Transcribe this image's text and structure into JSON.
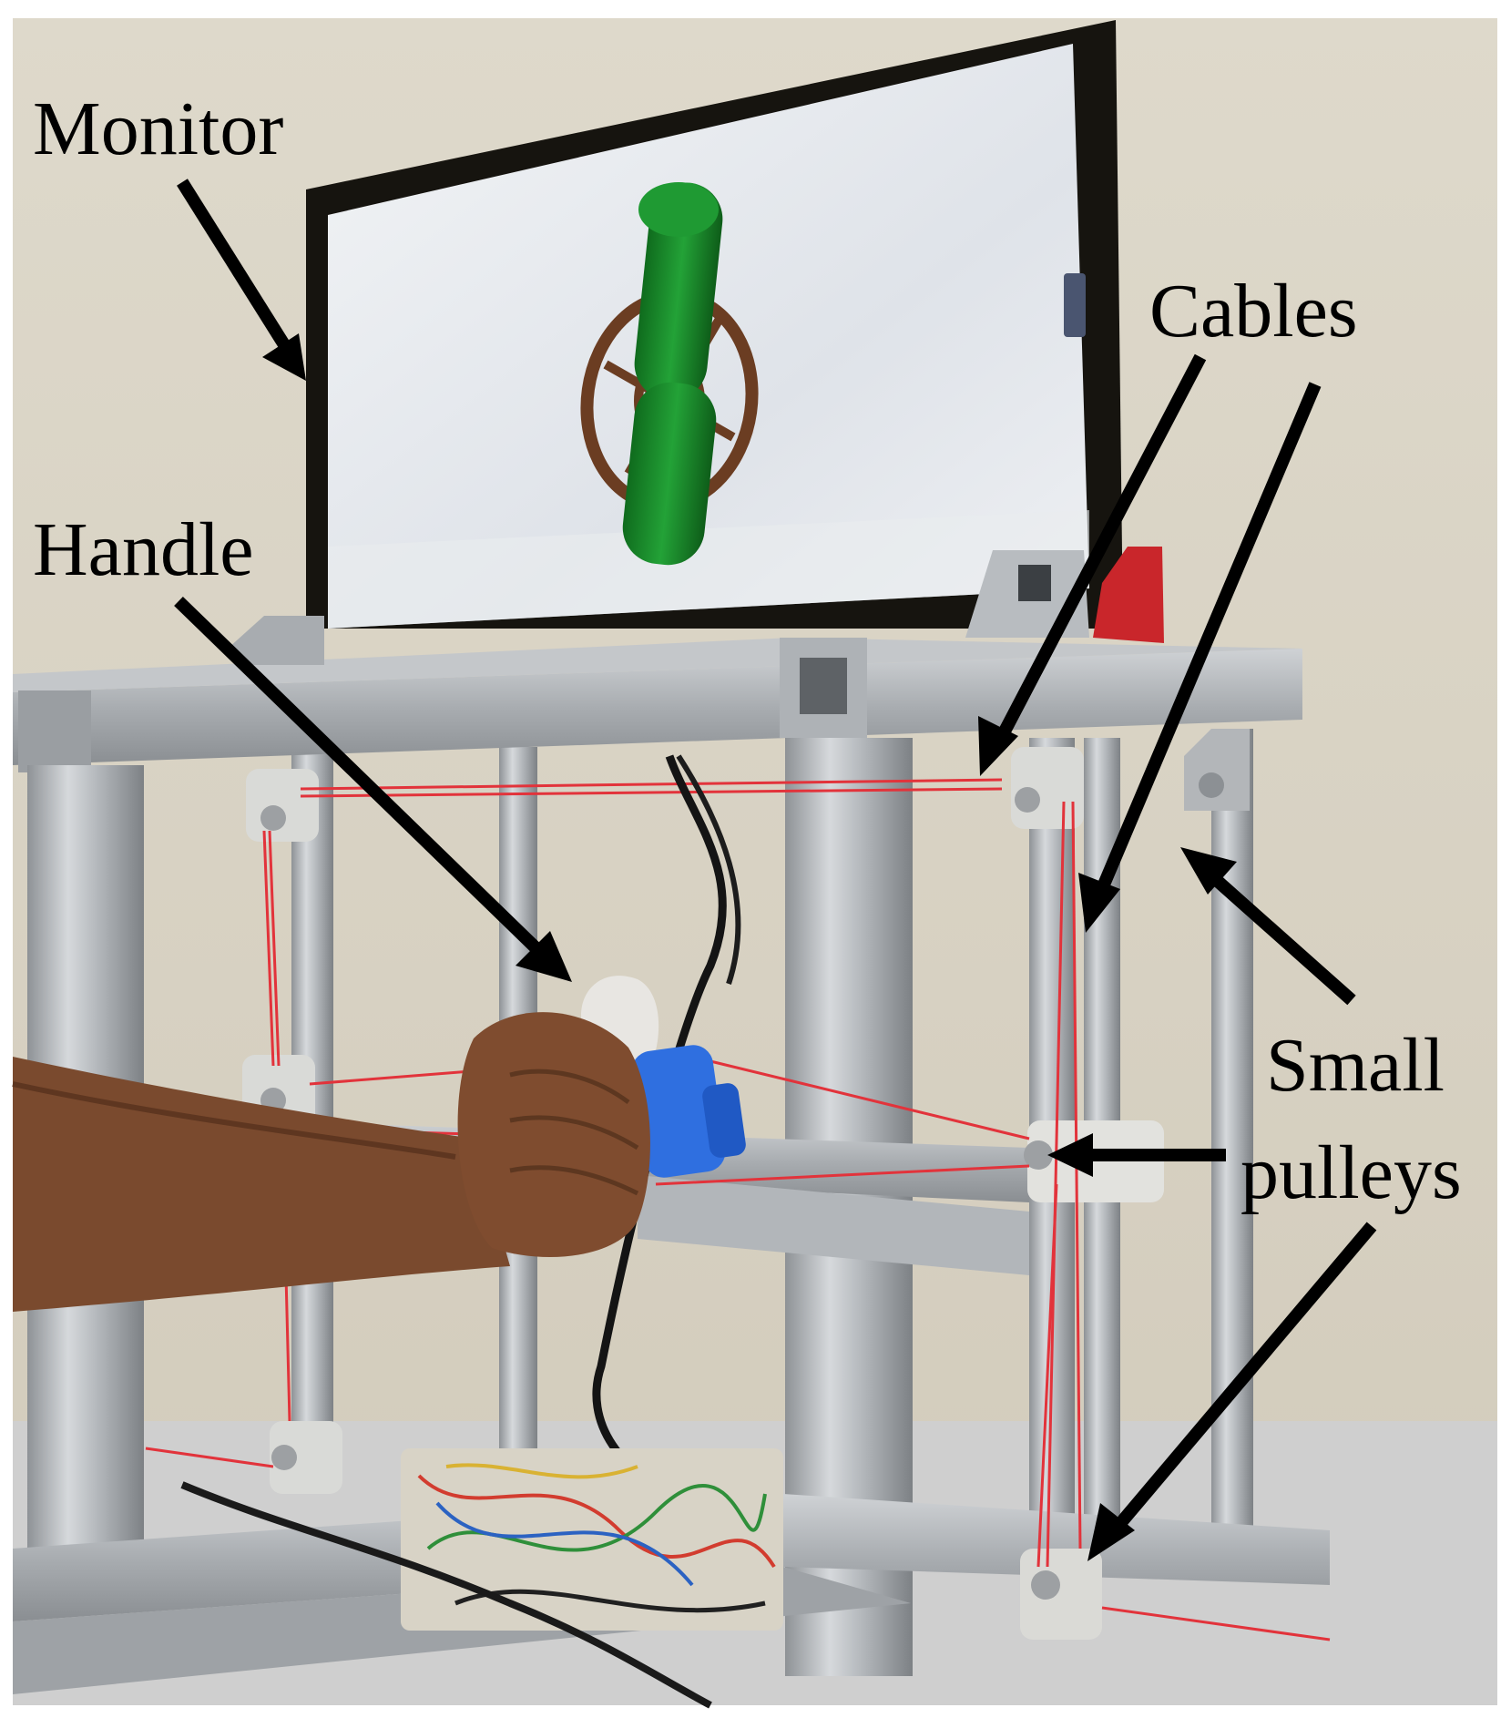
{
  "labels": {
    "monitor": "Monitor",
    "handle": "Handle",
    "cables": "Cables",
    "small": "Small",
    "pulleys": "pulleys"
  },
  "colors": {
    "wall": "#ddd7c9",
    "aluminum": "#b9bcbf",
    "cable": "#e2333b",
    "handle_blue": "#2f6fe0",
    "screen_green": "#1b8c2b",
    "arrow": "#000000"
  }
}
